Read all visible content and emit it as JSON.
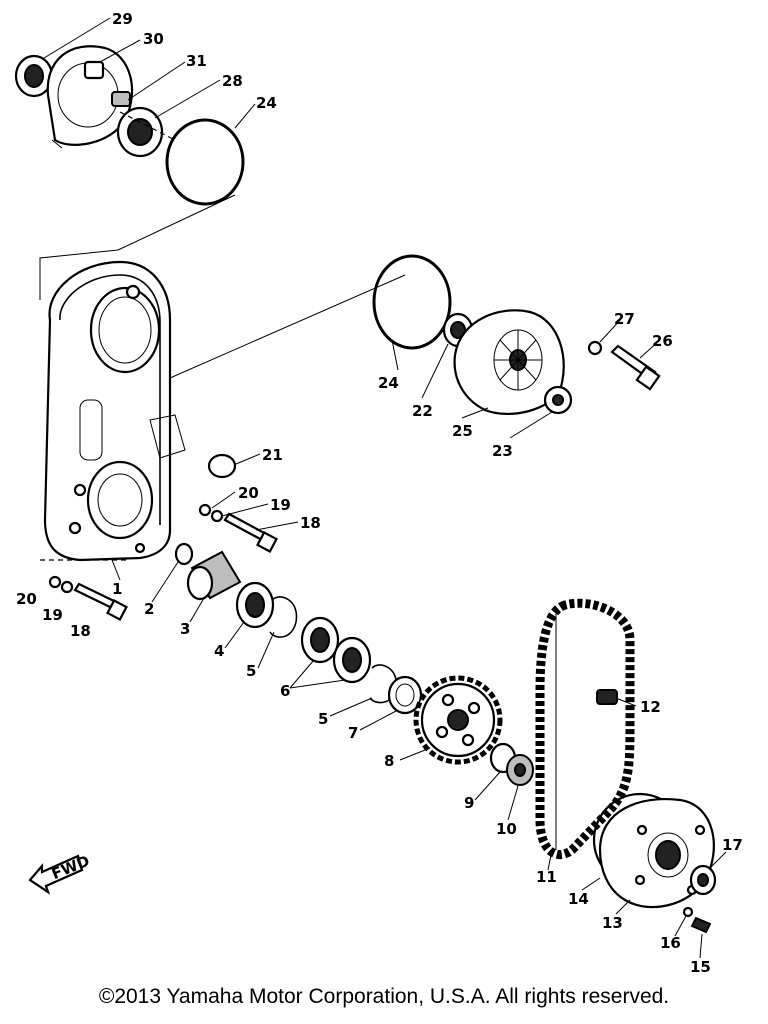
{
  "diagram": {
    "fwd_label": "FWD",
    "callouts": [
      "29",
      "30",
      "31",
      "28",
      "24",
      "24",
      "27",
      "26",
      "22",
      "25",
      "23",
      "21",
      "20",
      "19",
      "18",
      "20",
      "19",
      "18",
      "1",
      "2",
      "3",
      "4",
      "5",
      "6",
      "5",
      "7",
      "8",
      "12",
      "9",
      "10",
      "11",
      "17",
      "14",
      "13",
      "16",
      "15"
    ]
  },
  "footer": {
    "copyright": "©2013 Yamaha Motor Corporation, U.S.A. All rights reserved."
  }
}
